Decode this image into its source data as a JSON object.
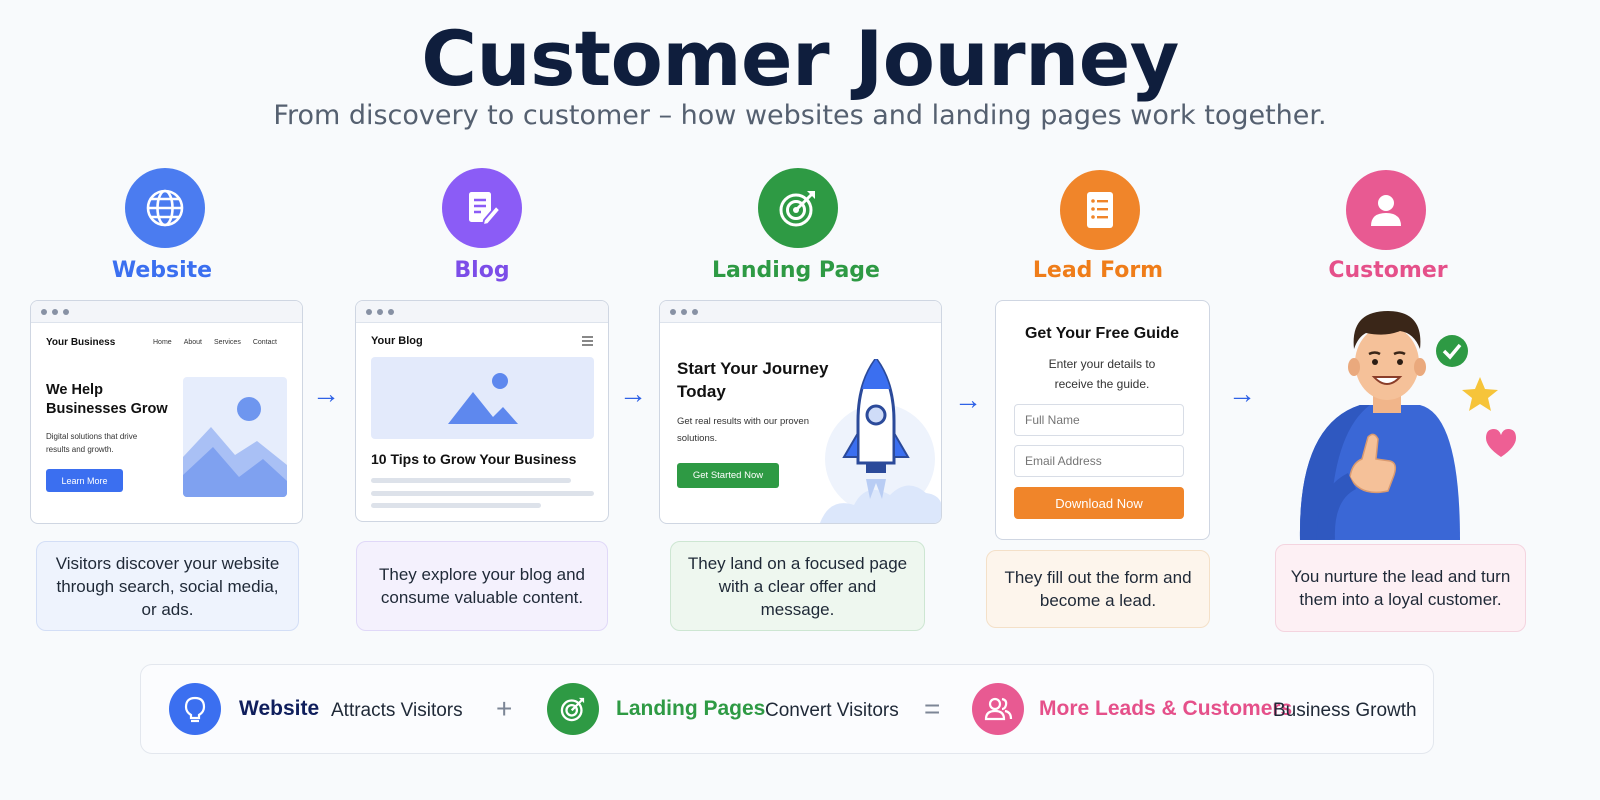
{
  "header": {
    "title": "Customer Journey",
    "subtitle": "From discovery to customer – how websites and landing pages work together."
  },
  "colors": {
    "website": "#3b6ff0",
    "blog": "#8b5cf6",
    "landing": "#2e9a44",
    "lead": "#f0852a",
    "customer": "#e85a92",
    "arrow": "#2f62e6"
  },
  "steps": [
    {
      "title": "Website",
      "icon": "globe-icon",
      "mockup": {
        "brand": "Your Business",
        "nav": [
          "Home",
          "About",
          "Services",
          "Contact"
        ],
        "headline": "We Help Businesses Grow",
        "body": "Digital solutions that drive results and growth.",
        "button": "Learn More"
      },
      "description": "Visitors discover your website through search, social media, or ads."
    },
    {
      "title": "Blog",
      "icon": "document-edit-icon",
      "mockup": {
        "brand": "Your Blog",
        "post_title": "10 Tips to Grow Your Business"
      },
      "description": "They explore your blog and consume valuable content."
    },
    {
      "title": "Landing Page",
      "icon": "target-icon",
      "mockup": {
        "headline": "Start Your Journey Today",
        "body": "Get real results with our proven solutions.",
        "button": "Get Started Now"
      },
      "description": "They land on a focused page with a clear offer and message."
    },
    {
      "title": "Lead Form",
      "icon": "form-icon",
      "mockup": {
        "heading": "Get Your Free Guide",
        "body": "Enter your details to receive the guide.",
        "name_placeholder": "Full Name",
        "email_placeholder": "Email Address",
        "button": "Download Now"
      },
      "description": "They fill out the form and become a lead."
    },
    {
      "title": "Customer",
      "icon": "user-icon",
      "description": "You nurture the lead and turn them into a loyal customer."
    }
  ],
  "summary": {
    "items": [
      {
        "bold": "Website",
        "normal": "Attracts Visitors",
        "icon": "lightbulb-icon"
      },
      {
        "bold": "Landing Pages",
        "normal": "Convert Visitors",
        "icon": "target-icon"
      },
      {
        "bold": "More Leads & Customers",
        "normal": "Business Growth",
        "icon": "users-icon"
      }
    ],
    "plus": "+",
    "equals": "="
  }
}
